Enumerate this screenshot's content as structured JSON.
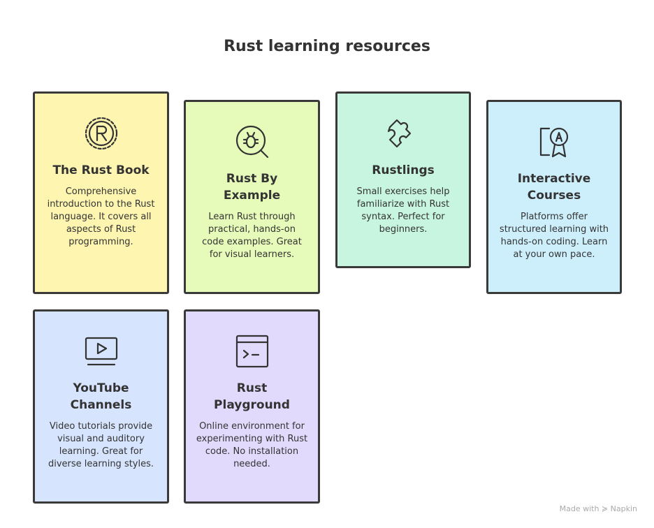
{
  "title": "Rust learning resources",
  "cards": [
    {
      "title": "The Rust Book",
      "description": "Comprehensive introduction to the Rust language. It covers all aspects of Rust programming.",
      "icon": "rust-gear-logo-icon",
      "color": "#fdf5b0"
    },
    {
      "title": "Rust By Example",
      "description": "Learn Rust through practical, hands-on code examples. Great for visual learners.",
      "icon": "bug-magnifier-icon",
      "color": "#e6fbb9"
    },
    {
      "title": "Rustlings",
      "description": "Small exercises help familiarize with Rust syntax. Perfect for beginners.",
      "icon": "puzzle-piece-icon",
      "color": "#c8f5e0"
    },
    {
      "title": "Interactive Courses",
      "description": "Platforms offer structured learning with hands-on coding. Learn at your own pace.",
      "icon": "certificate-icon",
      "color": "#cdeffc"
    },
    {
      "title": "YouTube Channels",
      "description": "Video tutorials provide visual and auditory learning. Great for diverse learning styles.",
      "icon": "video-play-icon",
      "color": "#d6e4fd"
    },
    {
      "title": "Rust Playground",
      "description": "Online environment for experimenting with Rust code. No installation needed.",
      "icon": "terminal-icon",
      "color": "#e2dafc"
    }
  ],
  "footer": "Made with ≽ Napkin"
}
